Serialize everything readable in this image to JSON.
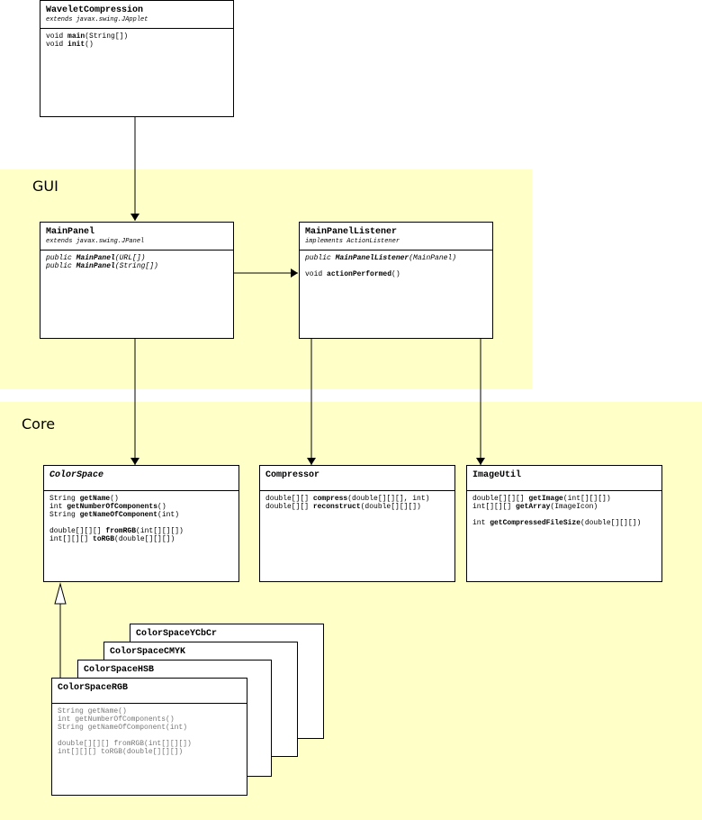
{
  "regions": {
    "gui": {
      "label": "GUI"
    },
    "core": {
      "label": "Core"
    }
  },
  "classes": {
    "wavelet": {
      "name": "WaveletCompression",
      "sub": "extends javax.swing.JApplet",
      "lines": [
        {
          "pre": "void ",
          "b": "main",
          "post": "(String[])"
        },
        {
          "pre": "void ",
          "b": "init",
          "post": "()"
        }
      ]
    },
    "mainpanel": {
      "name": "MainPanel",
      "sub": "extends javax.swing.JPanel",
      "lines": [
        {
          "pre": "public ",
          "b": "MainPanel",
          "post": "(URL[])"
        },
        {
          "pre": "public ",
          "b": "MainPanel",
          "post": "(String[])"
        }
      ]
    },
    "listener": {
      "name": "MainPanelListener",
      "sub": "implements ActionListener",
      "lines": [
        {
          "pre": "public ",
          "b": "MainPanelListener",
          "post": "(MainPanel)"
        },
        {
          "pre": "",
          "b": "",
          "post": ""
        },
        {
          "pre": "void ",
          "b": "actionPerformed",
          "post": "()"
        }
      ]
    },
    "colorspace": {
      "name": "ColorSpace",
      "lines": [
        {
          "pre": "String ",
          "b": "getName",
          "post": "()"
        },
        {
          "pre": "int ",
          "b": "getNumberOfComponents",
          "post": "()"
        },
        {
          "pre": "String ",
          "b": "getNameOfComponent",
          "post": "(int)"
        },
        {
          "pre": "",
          "b": "",
          "post": ""
        },
        {
          "pre": "double[][][] ",
          "b": "fromRGB",
          "post": "(int[][][])"
        },
        {
          "pre": "int[][][] ",
          "b": "toRGB",
          "post": "(double[][][])"
        }
      ]
    },
    "compressor": {
      "name": "Compressor",
      "lines": [
        {
          "pre": "double[][] ",
          "b": "compress",
          "post": "(double[][][], int)"
        },
        {
          "pre": "double[][] ",
          "b": "reconstruct",
          "post": "(double[][][])"
        }
      ]
    },
    "imageutil": {
      "name": "ImageUtil",
      "lines": [
        {
          "pre": "double[][][] ",
          "b": "getImage",
          "post": "(int[][][])"
        },
        {
          "pre": "int[][][] ",
          "b": "getArray",
          "post": "(ImageIcon)"
        },
        {
          "pre": "",
          "b": "",
          "post": ""
        },
        {
          "pre": "int ",
          "b": "getCompressedFileSize",
          "post": "(double[][][])"
        }
      ]
    },
    "ycbcr": {
      "name": "ColorSpaceYCbCr"
    },
    "cmyk": {
      "name": "ColorSpaceCMYK"
    },
    "hsb": {
      "name": "ColorSpaceHSB"
    },
    "rgb": {
      "name": "ColorSpaceRGB",
      "lines": [
        "String getName()",
        "int getNumberOfComponents()",
        "String getNameOfComponent(int)",
        "",
        "double[][][] fromRGB(int[][][])",
        "int[][][] toRGB(double[][][])"
      ]
    }
  },
  "colors": {
    "region_fill": "#ffffc8",
    "line": "#000000",
    "inherited_text": "#777777"
  }
}
